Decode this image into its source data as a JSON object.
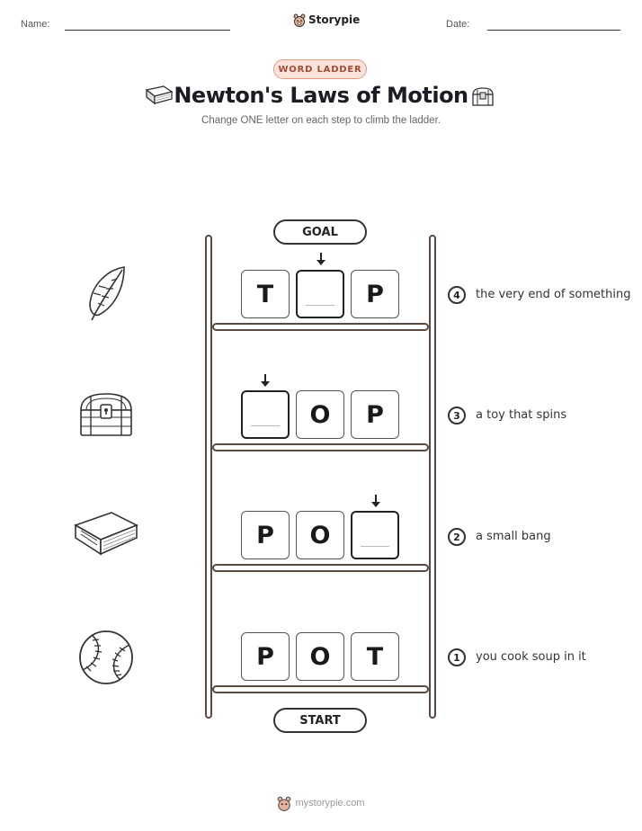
{
  "header": {
    "name_label": "Name:",
    "date_label": "Date:",
    "brand": "Storypie",
    "badge": "WORD LADDER",
    "title": "Newton's Laws of Motion",
    "subtitle": "Change ONE letter on each step to climb the ladder."
  },
  "ladder": {
    "goal_label": "GOAL",
    "start_label": "START",
    "rows": [
      {
        "step": "4",
        "tiles": [
          "T",
          "",
          "P"
        ],
        "clue": "the very end of something",
        "picture": "feather-icon"
      },
      {
        "step": "3",
        "tiles": [
          "",
          "O",
          "P"
        ],
        "clue": "a toy that spins",
        "picture": "treasure-chest-icon"
      },
      {
        "step": "2",
        "tiles": [
          "P",
          "O",
          ""
        ],
        "clue": "a small bang",
        "picture": "book-icon"
      },
      {
        "step": "1",
        "tiles": [
          "P",
          "O",
          "T"
        ],
        "clue": "you cook soup in it",
        "picture": "baseball-icon"
      }
    ]
  },
  "footer": {
    "site": "mystorypie.com"
  }
}
